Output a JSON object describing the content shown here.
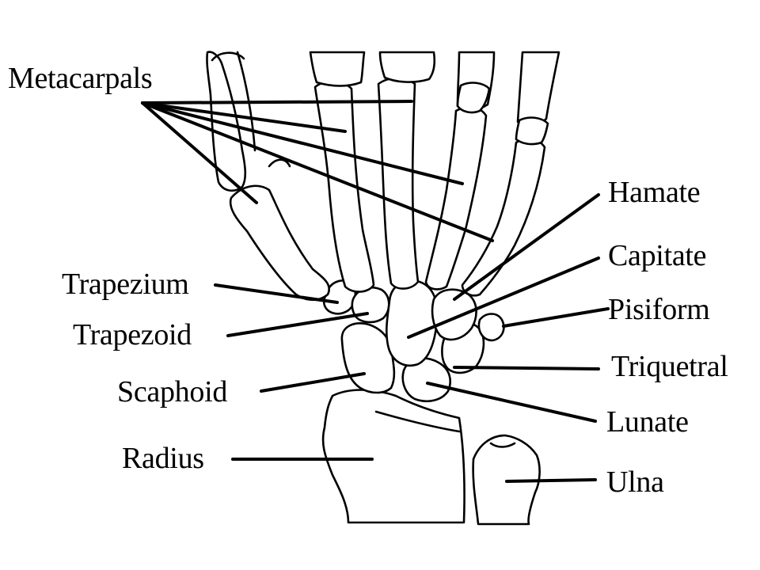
{
  "labels": {
    "metacarpals": "Metacarpals",
    "hamate": "Hamate",
    "capitate": "Capitate",
    "pisiform": "Pisiform",
    "triquetral": "Triquetral",
    "lunate": "Lunate",
    "ulna": "Ulna",
    "trapezium": "Trapezium",
    "trapezoid": "Trapezoid",
    "scaphoid": "Scaphoid",
    "radius": "Radius"
  },
  "colors": {
    "background": "#ffffff",
    "ink": "#000000"
  }
}
